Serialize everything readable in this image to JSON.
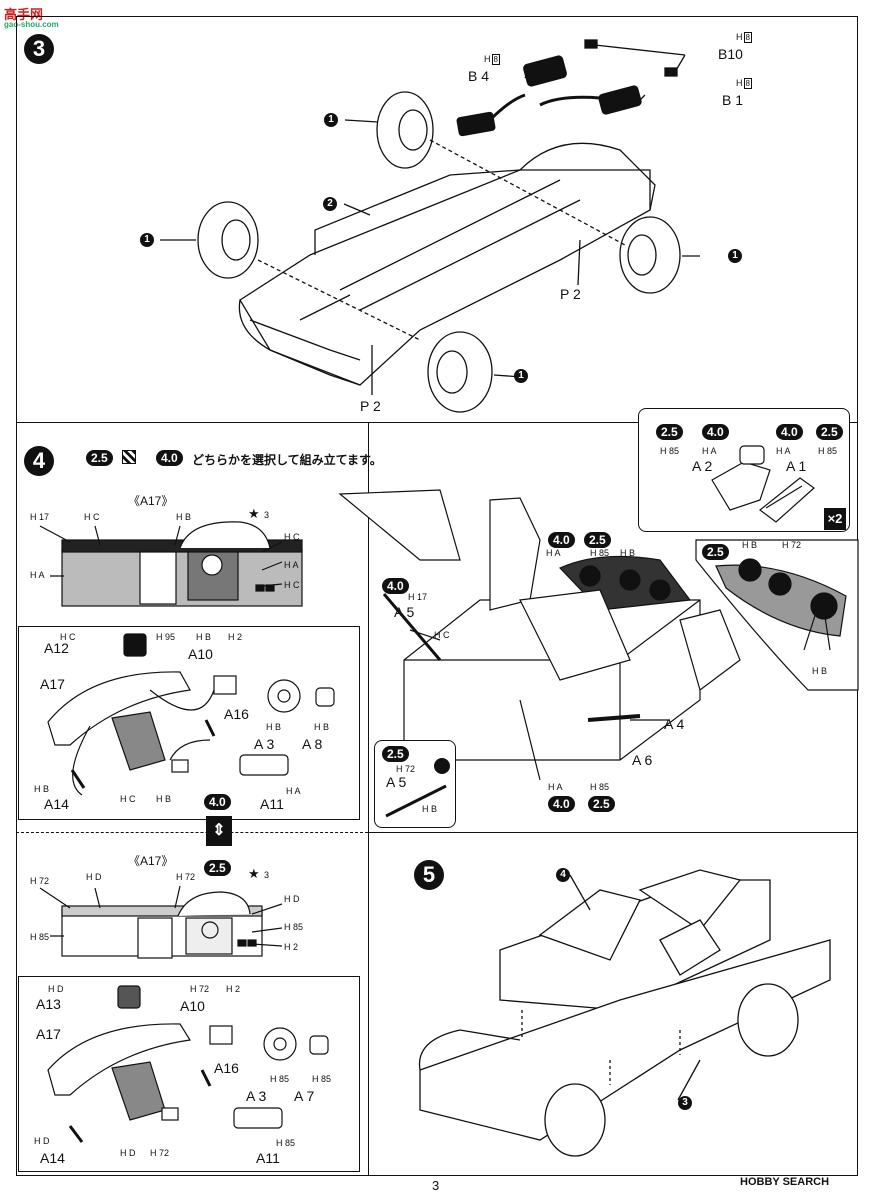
{
  "page_number": "3",
  "watermark_top_left": "高手网",
  "watermark_top_left_url": "gao-shou.com",
  "watermark_bottom_right": "HOBBY SEARCH",
  "step3": {
    "number": "3",
    "labels": {
      "b10": "B10",
      "b4": "B 4",
      "b1": "B 1",
      "p2_right": "P 2",
      "p2_left": "P 2",
      "h8a": "H",
      "h8b": "H",
      "h8c": "H",
      "h8_code": "8"
    },
    "callouts": [
      "1",
      "2",
      "1",
      "1",
      "1"
    ]
  },
  "step4": {
    "number": "4",
    "pill_a": "2.5",
    "pill_b": "4.0",
    "instruction": "どちらかを選択して組み立てます。",
    "a17_title": "《A17》",
    "paint_upper": [
      "H 17",
      "H C",
      "H B",
      "H A",
      "H C",
      "H A",
      "H C"
    ],
    "parts_upper": {
      "a12": "A12",
      "a10": "A10",
      "a17": "A17",
      "a16": "A16",
      "a3": "A 3",
      "a8": "A 8",
      "a14": "A14",
      "a11": "A11"
    },
    "paint_parts_upper": [
      "H C",
      "H 95",
      "H B",
      "H 2",
      "H B",
      "H B",
      "H B",
      "H C",
      "H B",
      "H A"
    ],
    "switch_top": "4.0",
    "switch_bottom": "2.5",
    "a17_title_lower": "《A17》",
    "paint_lower": [
      "H 72",
      "H D",
      "H 72",
      "H D",
      "H 85",
      "H 85",
      "H 2"
    ],
    "parts_lower": {
      "a13": "A13",
      "a10": "A10",
      "a17": "A17",
      "a16": "A16",
      "a3": "A 3",
      "a7": "A 7",
      "a14": "A14",
      "a11": "A11"
    },
    "paint_parts_lower": [
      "H D",
      "H 72",
      "H 2",
      "H 85",
      "H 85",
      "H D",
      "H D",
      "H 72",
      "H 85"
    ],
    "star_num": "3",
    "seat_box": {
      "pill_a": "2.5",
      "pill_b": "4.0",
      "pill_c": "4.0",
      "pill_d": "2.5",
      "a2": "A 2",
      "a1": "A 1",
      "x2": "×2",
      "paint": [
        "H 85",
        "H A",
        "H A",
        "H 85"
      ]
    },
    "interior": {
      "a5": "A 5",
      "a4": "A 4",
      "a6": "A 6",
      "pill_40": "4.0",
      "pill_25": "2.5",
      "pill_40b": "4.0",
      "paint": [
        "H 17",
        "H C",
        "H A",
        "H 85",
        "H B",
        "H A",
        "H 85"
      ]
    },
    "tray_box": {
      "pill": "2.5",
      "paint": [
        "H B",
        "H 72",
        "H B"
      ]
    },
    "a5_box": {
      "pill": "2.5",
      "a5": "A 5",
      "paint": [
        "H 72",
        "H B"
      ]
    }
  },
  "step5": {
    "number": "5",
    "callout_4": "4",
    "callout_3": "3"
  }
}
